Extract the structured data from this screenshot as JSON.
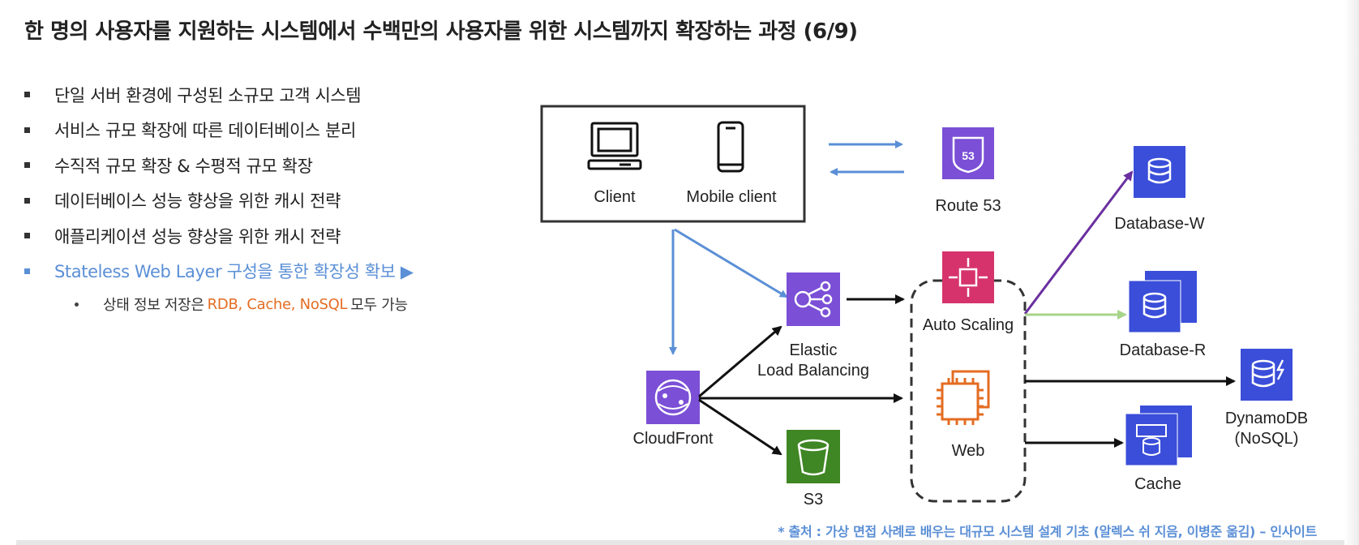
{
  "title": "한 명의 사용자를 지원하는 시스템에서 수백만의 사용자를 위한 시스템까지 확장하는 과정 (6/9)",
  "bullets": [
    "단일 서버 환경에 구성된 소규모 고객 시스템",
    "서비스 규모 확장에 따른 데이터베이스 분리",
    "수직적 규모 확장 & 수평적 규모 확장",
    "데이터베이스 성능 향상을 위한 캐시 전략",
    "애플리케이션 성능 향상을 위한 캐시 전략",
    "Stateless Web Layer 구성을 통한 확장성 확보 ▶"
  ],
  "sub_bullet": {
    "prefix": "상태 정보 저장은",
    "highlight": "RDB, Cache, NoSQL",
    "suffix": "모두 가능"
  },
  "diagram": {
    "client": "Client",
    "mobile_client": "Mobile client",
    "route53": "Route 53",
    "route53_badge": "53",
    "elb_line1": "Elastic",
    "elb_line2": "Load Balancing",
    "cloudfront": "CloudFront",
    "s3": "S3",
    "auto_scaling": "Auto Scaling",
    "web": "Web",
    "database_w": "Database-W",
    "database_r": "Database-R",
    "dynamodb_line1": "DynamoDB",
    "dynamodb_line2": "(NoSQL)",
    "cache": "Cache"
  },
  "colors": {
    "accent_blue": "#5b8fd6",
    "highlight_orange": "#e46c22",
    "aws_purple": "#7b4fd6",
    "aws_pink": "#d6336c",
    "aws_green": "#3f8624",
    "aws_orange": "#e46c22",
    "db_blue": "#3a4ed9",
    "arrow_purple": "#6a2fa0",
    "arrow_green": "#a7d48a"
  },
  "source": "* 출처 : 가상 면접 사례로 배우는 대규모 시스템 설계 기초 (알렉스 쉬 지음, 이병준 옮김) – 인사이트"
}
